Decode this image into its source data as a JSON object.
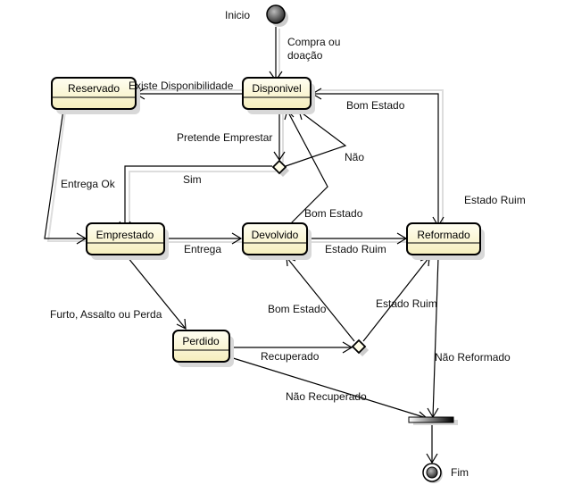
{
  "diagram": {
    "type": "uml-state-machine",
    "initial": {
      "label": "Inicio"
    },
    "final": {
      "label": "Fim"
    },
    "states": {
      "reservado": "Reservado",
      "disponivel": "Disponivel",
      "emprestado": "Emprestado",
      "devolvido": "Devolvido",
      "reformado": "Reformado",
      "perdido": "Perdido"
    },
    "transitions": {
      "inicio_disponivel": "Compra ou doação",
      "inicio_disponivel_l1": "Compra ou",
      "inicio_disponivel_l2": "doação",
      "disponivel_reservado": "Existe Disponibilidade",
      "disponivel_decision": "Pretende Emprestar",
      "decision_sim": "Sim",
      "decision_nao": "Não",
      "reservado_emprestado": "Entrega Ok",
      "emprestado_devolvido": "Entrega",
      "devolvido_disponivel": "Bom Estado",
      "devolvido_reformado": "Estado Ruim",
      "reformado_disponivel": "Bom Estado",
      "reformado_label_right": "Estado Ruim",
      "emprestado_perdido": "Furto, Assalto ou Perda",
      "perdido_decision": "Recuperado",
      "decision2_devolvido": "Bom Estado",
      "decision2_reformado": "Estado Ruim",
      "perdido_join": "Não Recuperado",
      "reformado_join": "Não Reformado"
    },
    "colors": {
      "state_fill_top": "#fffde8",
      "state_fill_bottom": "#f7efbf",
      "stroke": "#000000",
      "shadow": "#cccccc"
    }
  }
}
